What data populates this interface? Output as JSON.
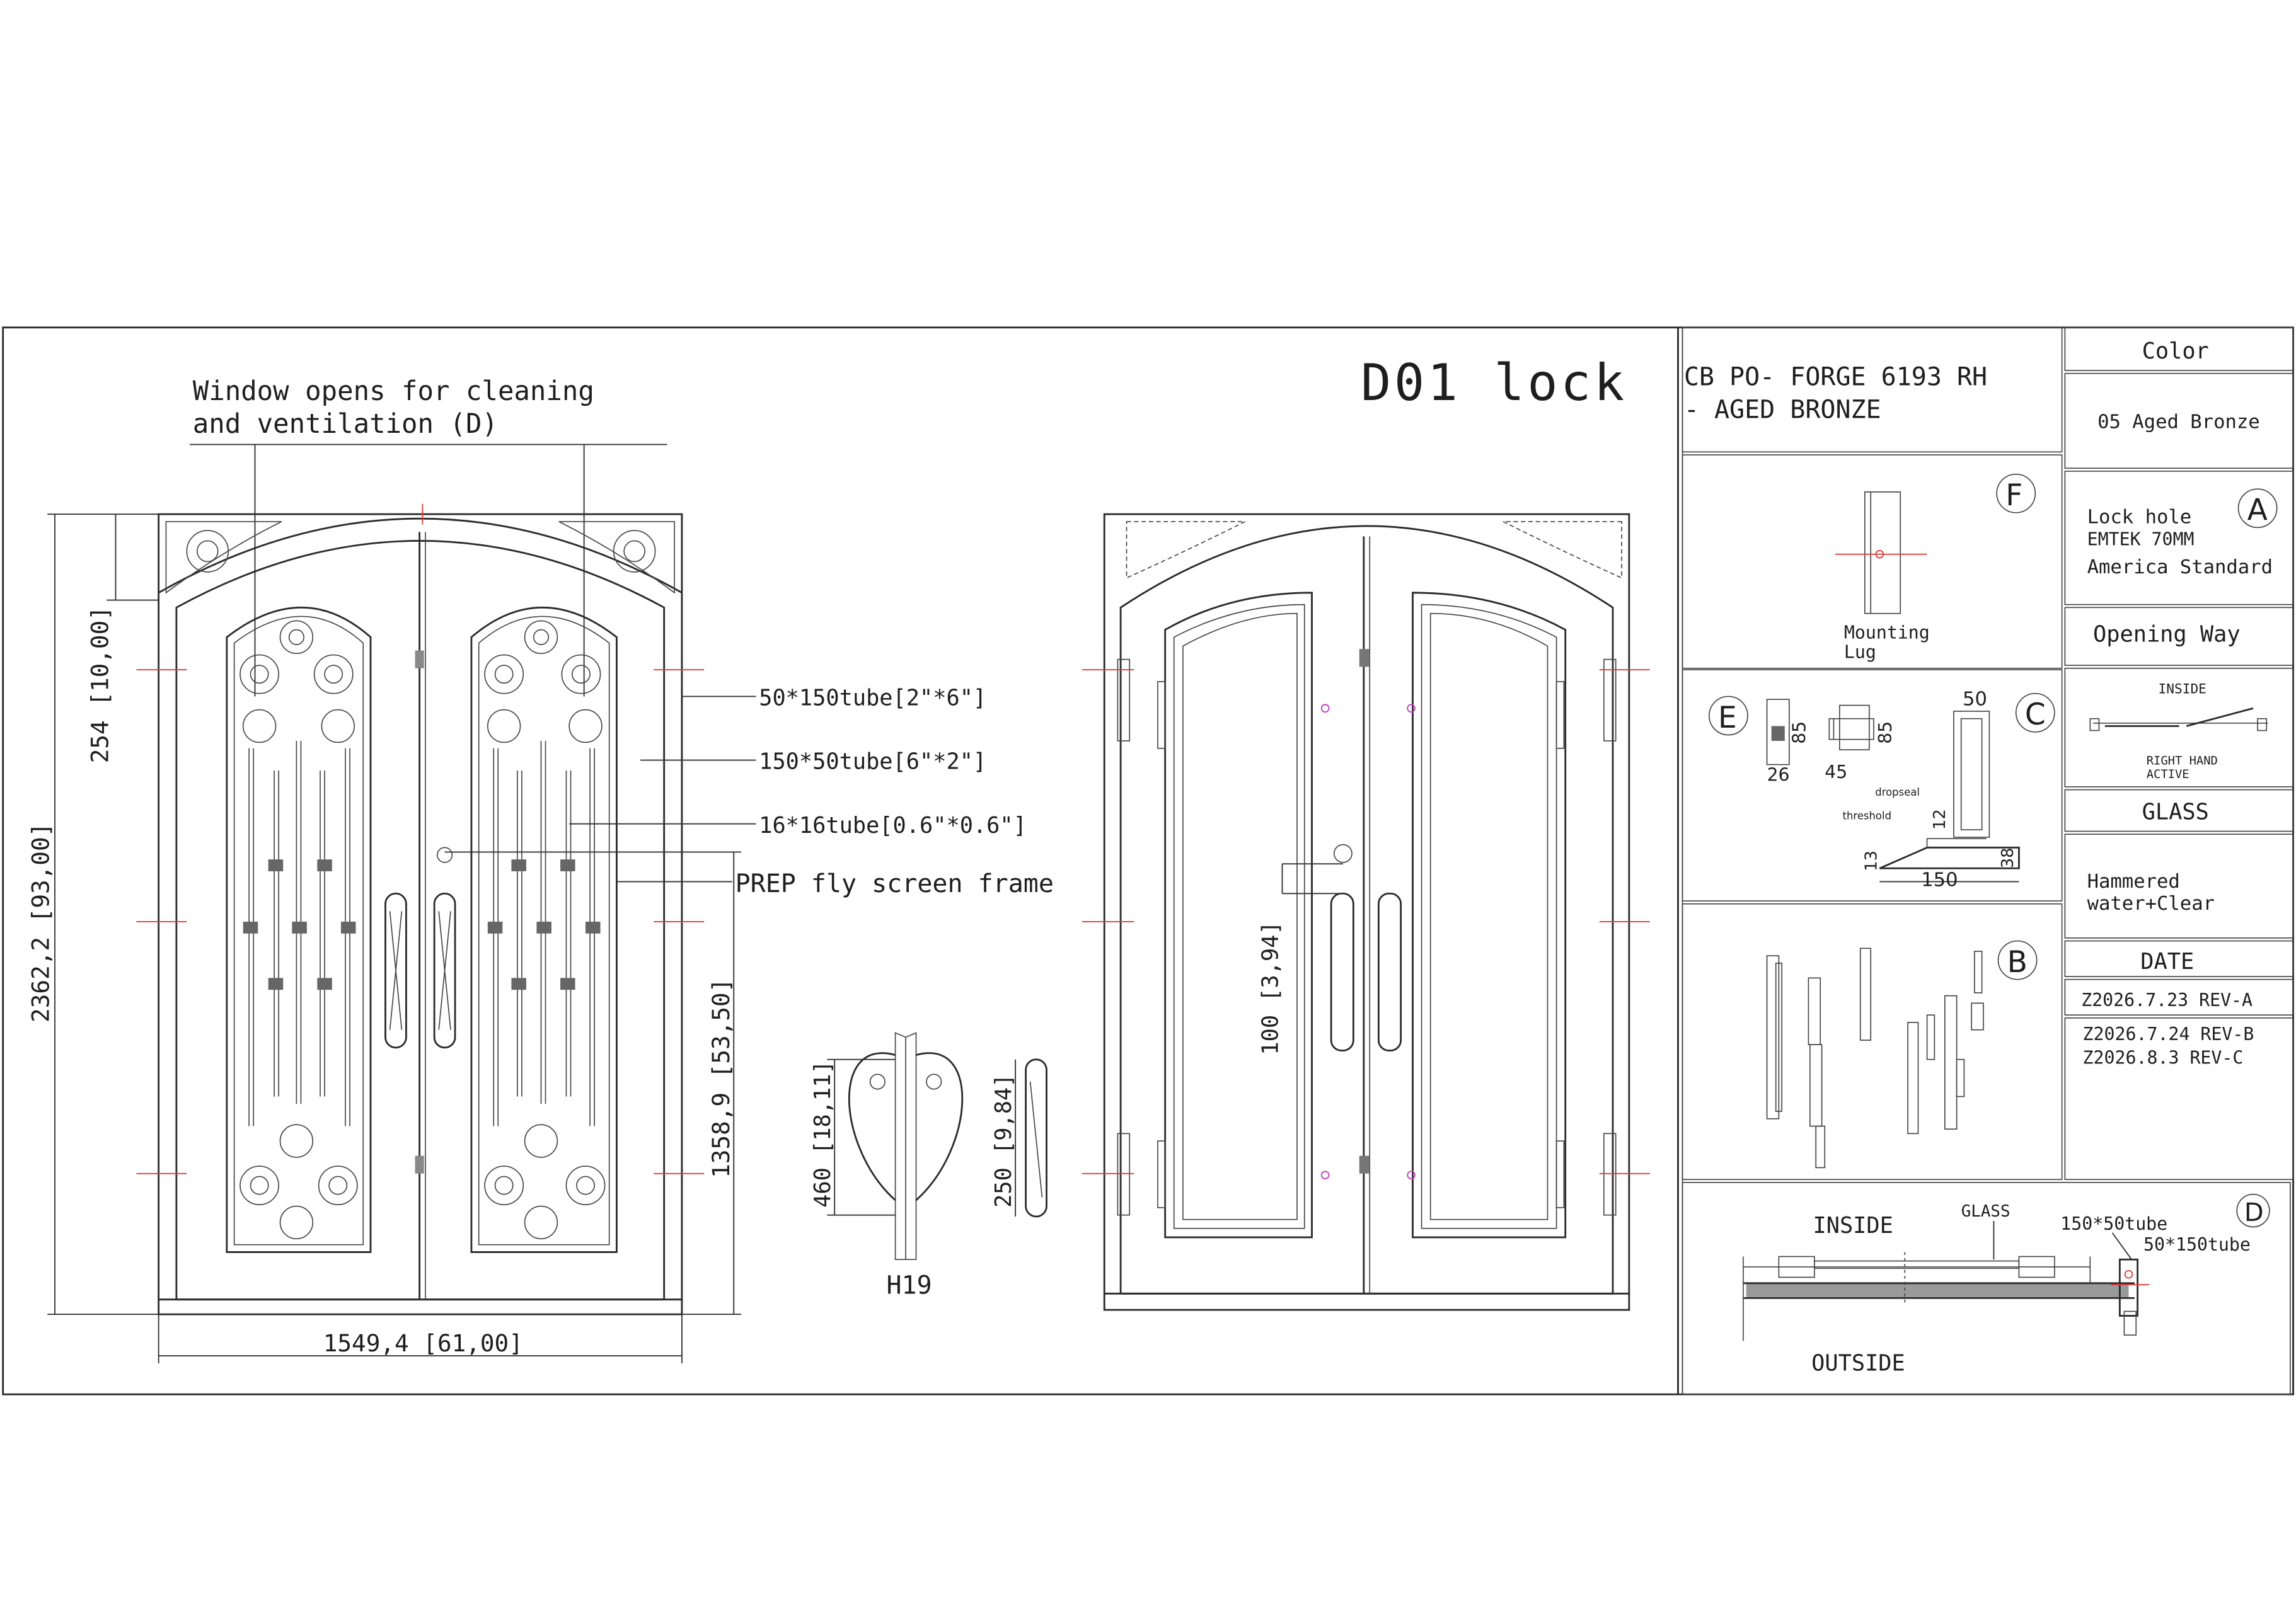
{
  "drawing": {
    "title": "D01 lock",
    "note_window": [
      "Window opens for cleaning",
      "and ventilation (D)"
    ],
    "callouts": [
      "50*150tube[2\"*6\"]",
      "150*50tube[6\"*2\"]",
      "16*16tube[0.6\"*0.6\"]",
      "PREP fly screen frame"
    ],
    "dims": {
      "top_arch": "254 [10,00]",
      "overall_height": "2362,2 [93,00]",
      "handle_height": "1358,9 [53,50]",
      "overall_width": "1549,4 [61,00]",
      "handle_a": "460 [18,11]",
      "handle_b": "250 [9,84]",
      "lock_offset": "100 [3,94]"
    },
    "handle_label": "H19"
  },
  "title_block": {
    "product": [
      "CB PO- FORGE 6193 RH",
      "- AGED BRONZE"
    ],
    "color_header": "Color",
    "color_value": "05 Aged Bronze",
    "lock_hole": [
      "Lock hole",
      "EMTEK 70MM",
      "America Standard"
    ],
    "opening_way_header": "Opening Way",
    "opening_inside": "INSIDE",
    "opening_hand": [
      "RIGHT HAND",
      "ACTIVE"
    ],
    "glass_header": "GLASS",
    "glass_value": [
      "Hammered",
      "water+Clear"
    ],
    "date_header": "DATE",
    "revisions": [
      "Z2026.7.23 REV-A",
      "Z2026.7.24 REV-B",
      "Z2026.8.3 REV-C"
    ]
  },
  "details": {
    "F": {
      "letter": "F",
      "caption": [
        "Mounting",
        "Lug"
      ]
    },
    "A": {
      "letter": "A"
    },
    "E": {
      "letter": "E",
      "dims": [
        "85",
        "26",
        "85",
        "45"
      ]
    },
    "C": {
      "letter": "C",
      "dims": [
        "50",
        "12",
        "13",
        "38",
        "150"
      ],
      "labels": [
        "dropseal",
        "threshold"
      ]
    },
    "B": {
      "letter": "B"
    },
    "D": {
      "letter": "D",
      "inside": "INSIDE",
      "outside": "OUTSIDE",
      "glass": "GLASS",
      "tube1": "150*50tube",
      "tube2": "50*150tube"
    }
  }
}
